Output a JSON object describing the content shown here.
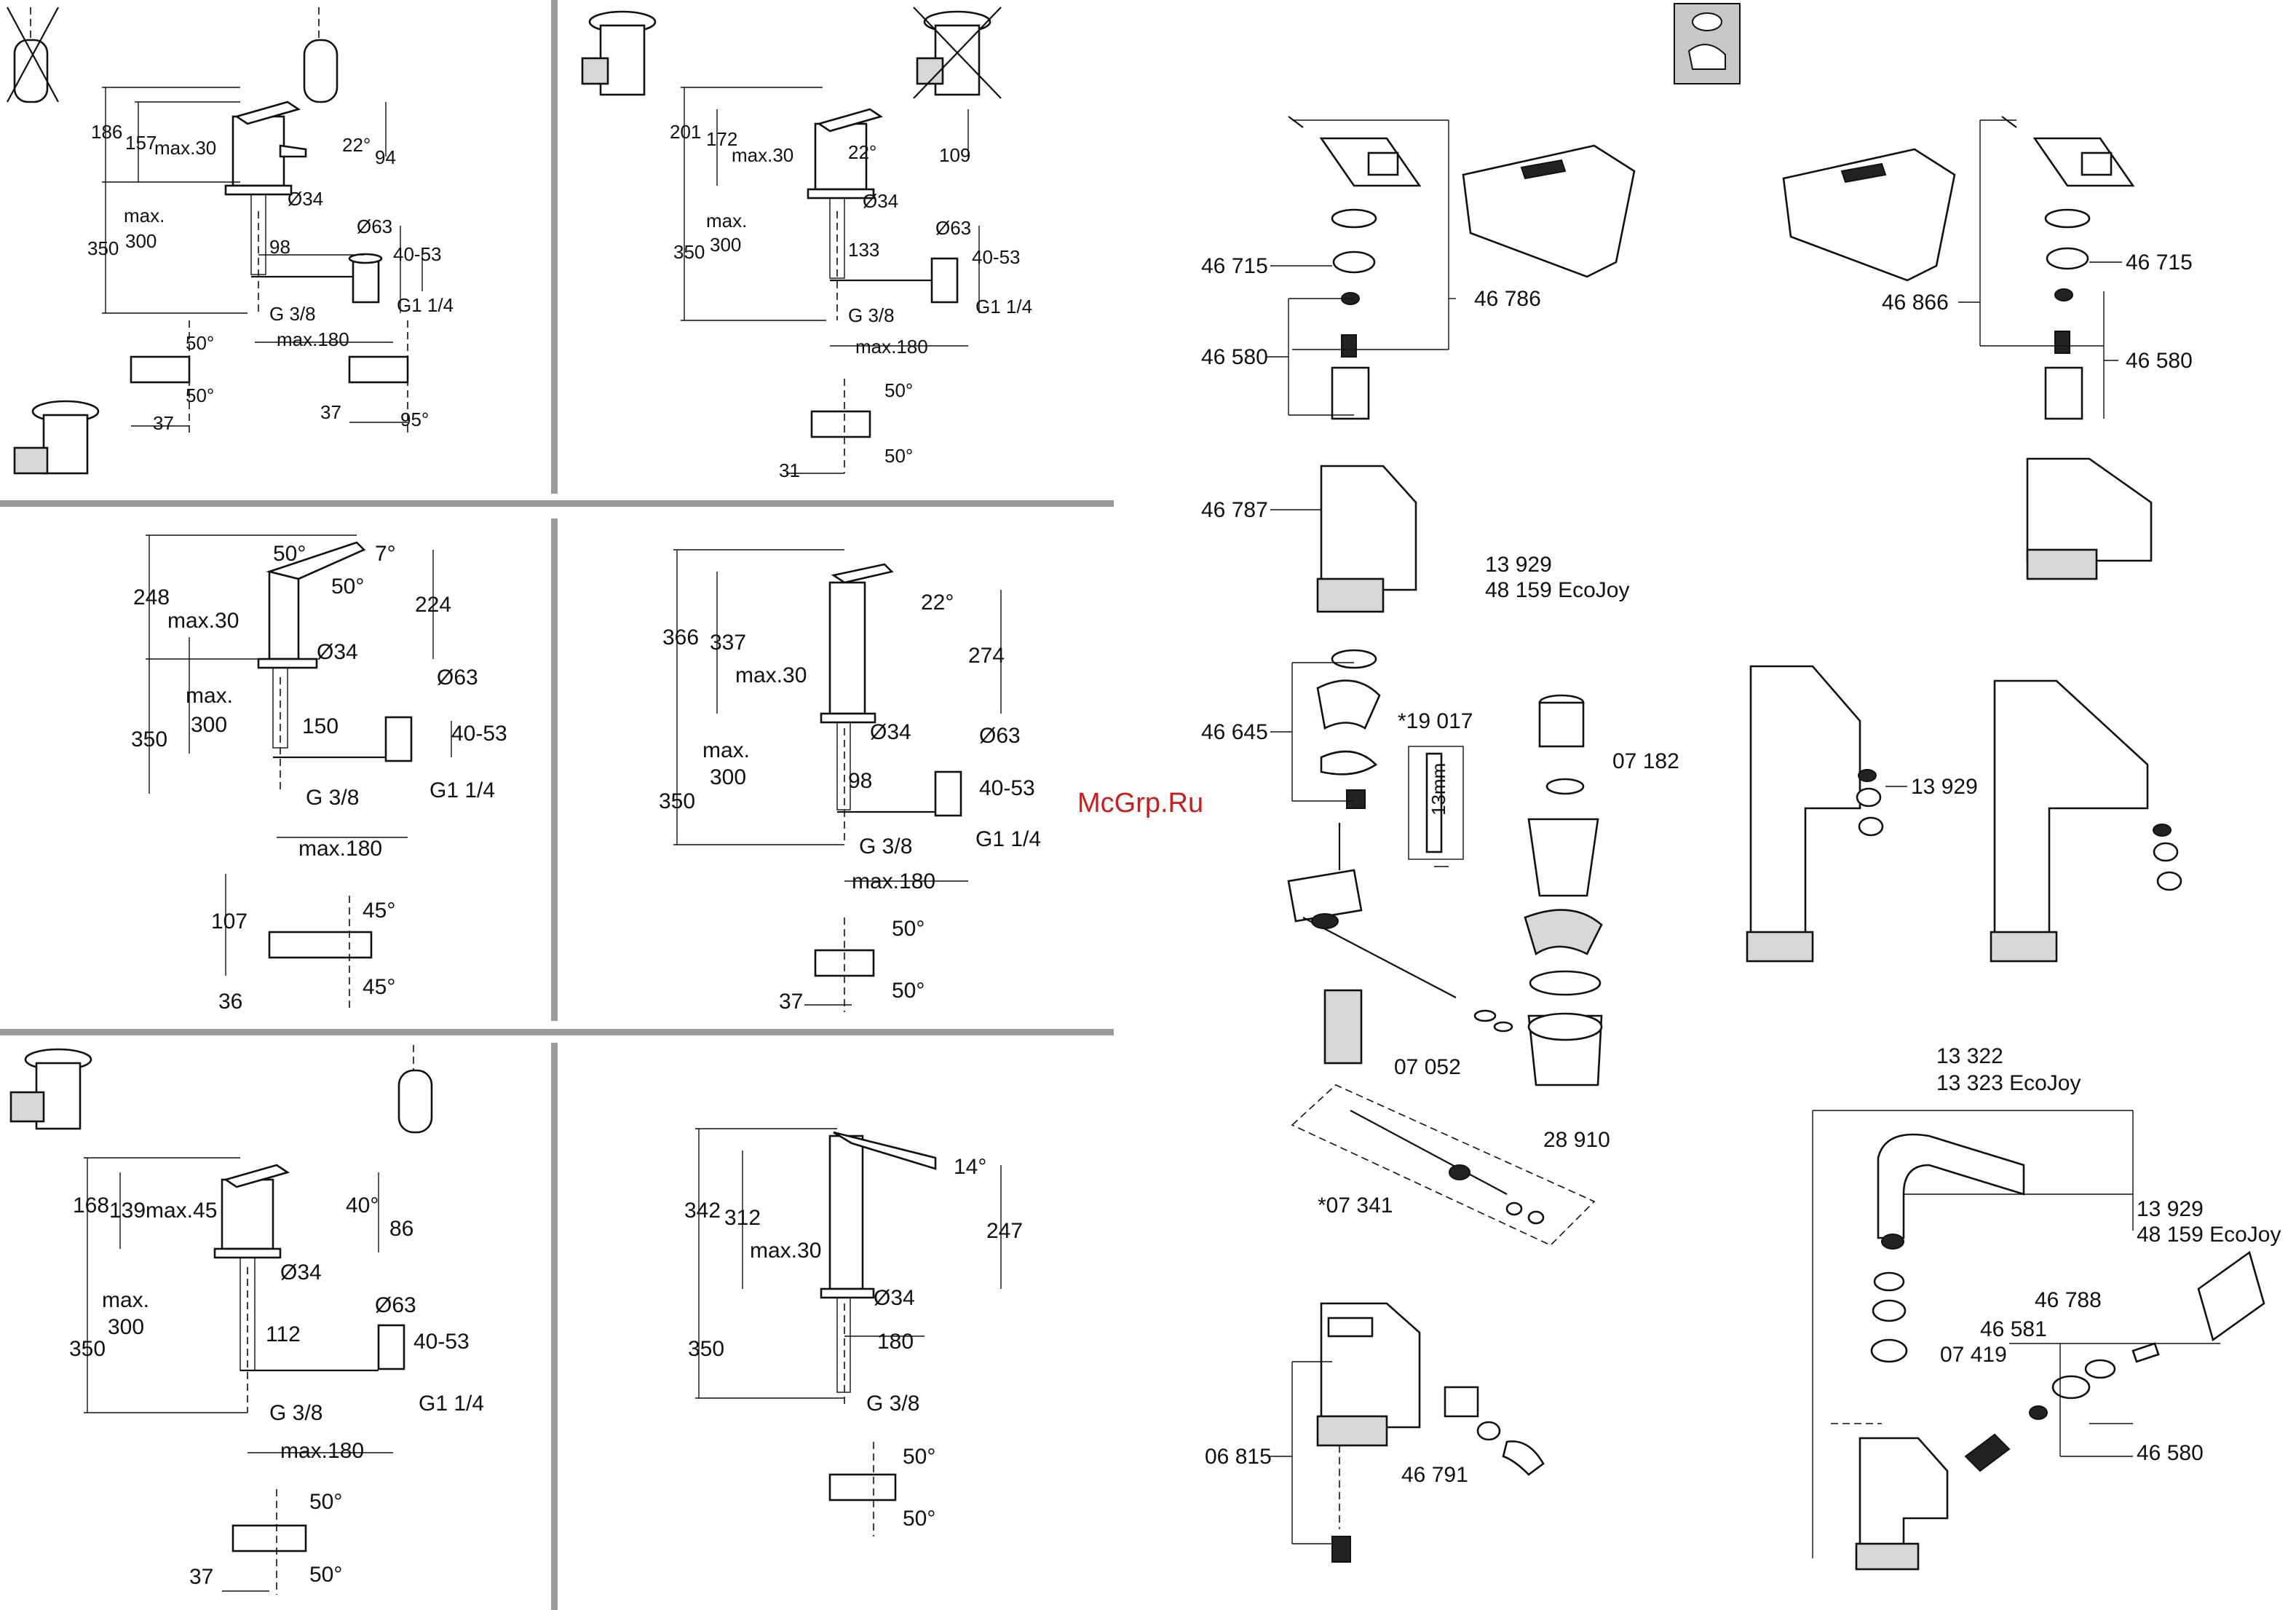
{
  "watermark": "McGrp.Ru",
  "panel1": {
    "dims": [
      "186",
      "157",
      "max.30",
      "22°",
      "94",
      "Ø34",
      "350",
      "max.",
      "300",
      "98",
      "Ø63",
      "40-53",
      "G 3/8",
      "G1 1/4",
      "max.180",
      "50°",
      "50°",
      "37",
      "37",
      "95°"
    ]
  },
  "panel2": {
    "dims": [
      "201",
      "172",
      "max.30",
      "22°",
      "109",
      "Ø34",
      "350",
      "max.",
      "300",
      "Ø63",
      "133",
      "40-53",
      "G 3/8",
      "G1 1/4",
      "max.180",
      "50°",
      "31",
      "50°"
    ]
  },
  "panel3": {
    "dims": [
      "50°",
      "7°",
      "50°",
      "248",
      "224",
      "max.30",
      "Ø34",
      "max.",
      "Ø63",
      "300",
      "150",
      "40-53",
      "350",
      "G 3/8",
      "G1 1/4",
      "max.180",
      "45°",
      "107",
      "36",
      "45°"
    ]
  },
  "panel4": {
    "dims": [
      "366",
      "337",
      "22°",
      "274",
      "max.30",
      "Ø34",
      "Ø63",
      "max.",
      "98",
      "40-53",
      "300",
      "350",
      "G 3/8",
      "G1 1/4",
      "max.180",
      "50°",
      "37",
      "50°"
    ]
  },
  "panel5": {
    "dims": [
      "168",
      "139",
      "max.45",
      "40°",
      "86",
      "Ø34",
      "max.",
      "Ø63",
      "300",
      "112",
      "40-53",
      "350",
      "G 3/8",
      "G1 1/4",
      "max.180",
      "50°",
      "37",
      "50°"
    ]
  },
  "panel6": {
    "dims": [
      "342",
      "312",
      "14°",
      "247",
      "max.30",
      "Ø34",
      "180",
      "350",
      "G 3/8",
      "50°",
      "50°"
    ]
  },
  "parts": {
    "p46715a": "46 715",
    "p46786": "46 786",
    "p46580a": "46 580",
    "p46787": "46 787",
    "p13929a": "13 929",
    "p48159a": "48 159  EcoJoy",
    "p46645": "46 645",
    "p19017": "*19 017",
    "p13mm": "13mm",
    "p07182": "07 182",
    "p07052": "07 052",
    "p28910": "28 910",
    "p07341": "*07 341",
    "p06815": "06 815",
    "p46791": "46 791",
    "p46866": "46 866",
    "p46715b": "46 715",
    "p46580b": "46 580",
    "p13929b": "13 929",
    "p13322": "13 322",
    "p13323": "13 323  EcoJoy",
    "p13929c": "13 929",
    "p48159b": "48 159  EcoJoy",
    "p46788": "46 788",
    "p46581": "46 581",
    "p07419": "07 419",
    "p46580c": "46 580"
  }
}
